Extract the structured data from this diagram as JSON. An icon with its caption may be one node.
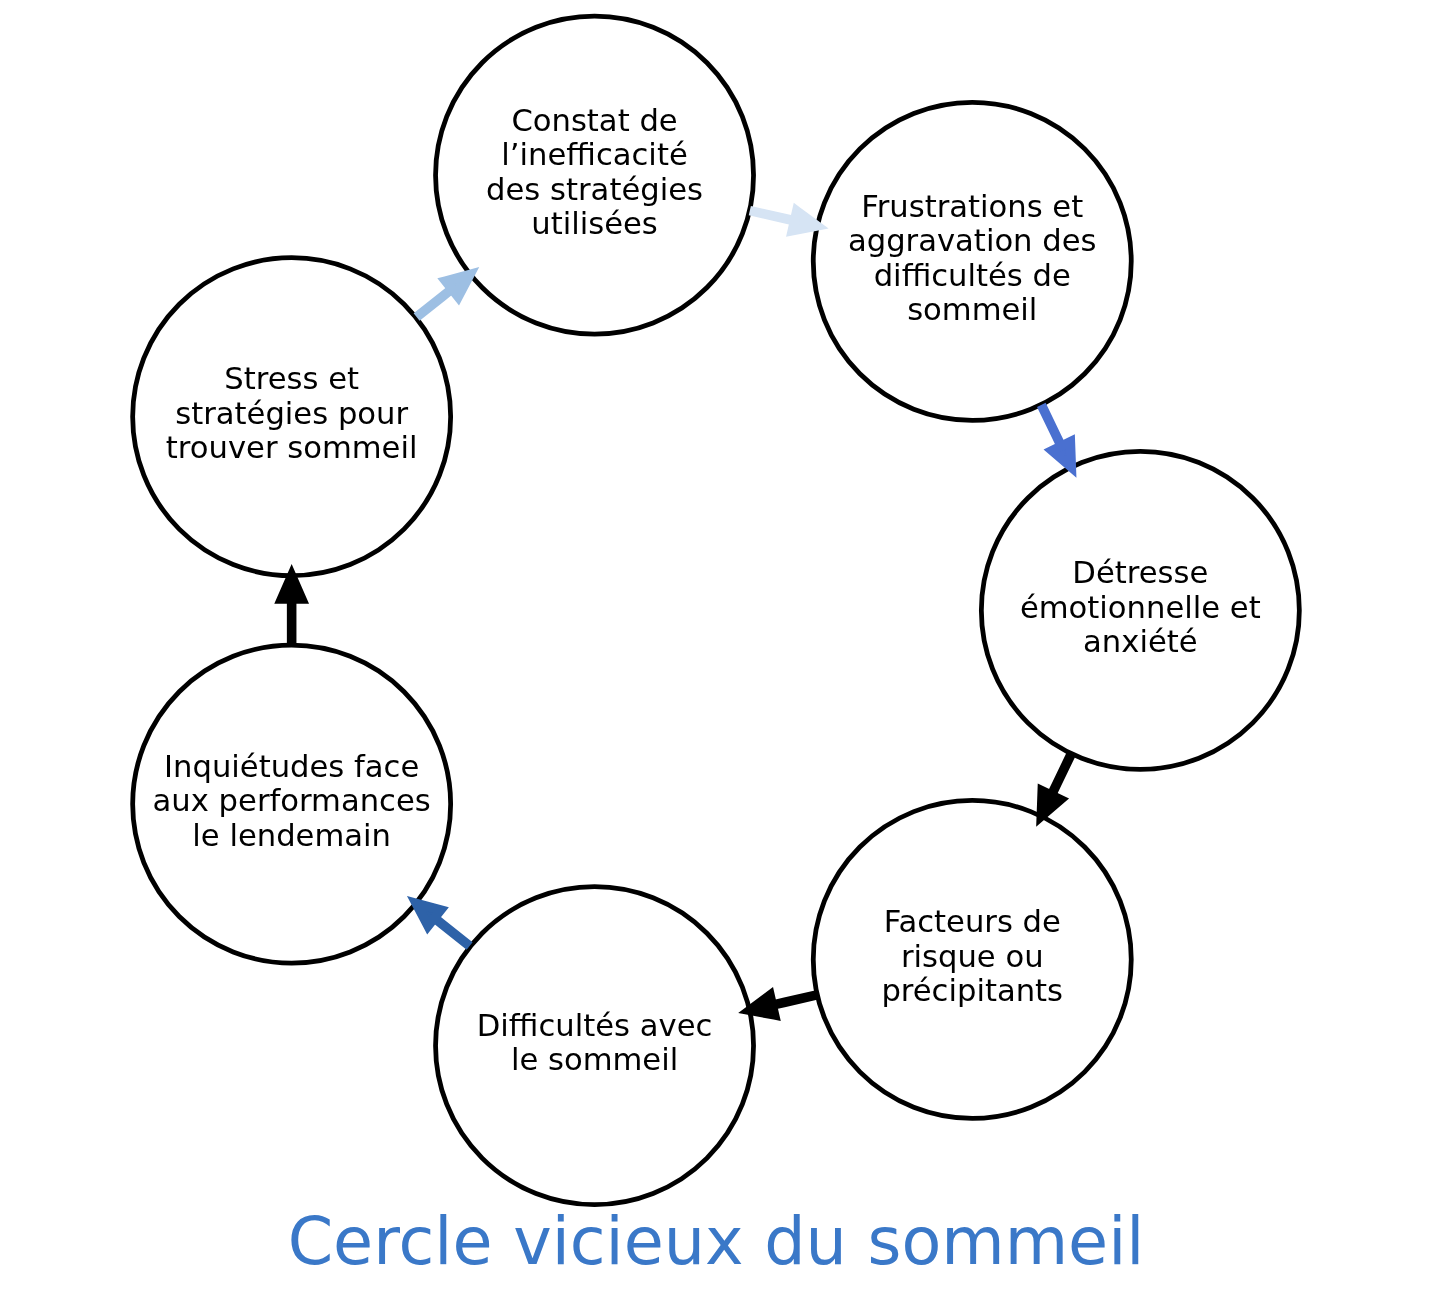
{
  "diagram": {
    "title": "Cercle vicieux du sommeil",
    "nodes": [
      {
        "text": [
          "Facteurs de risque ou précipitants"
        ]
      },
      {
        "text": [
          "Difficultés avec le sommeil"
        ]
      },
      {
        "text": [
          "Inquiétudes face aux performances le lendemain"
        ]
      },
      {
        "text": [
          "Stress et stratégies pour trouver sommeil"
        ]
      },
      {
        "text": [
          "Constat de l’inefficacité des stratégies utilisées"
        ]
      },
      {
        "text": [
          "Frustrations et aggravation des difficultés de sommeil"
        ]
      },
      {
        "text": [
          "Détresse émotionnelle et anxiété"
        ]
      }
    ],
    "edges": [
      {
        "from": 0,
        "to": 1,
        "arrow": "to"
      },
      {
        "from": 1,
        "to": 2,
        "arrow": "to",
        "color": "#2e62a8"
      },
      {
        "from": 2,
        "to": 3,
        "arrow": "to"
      },
      {
        "from": 3,
        "to": 4,
        "arrow": "to",
        "color": "#9dbfe3"
      },
      {
        "from": 4,
        "to": 5,
        "arrow": "to",
        "color": "#d6e4f4"
      },
      {
        "from": 5,
        "to": 6,
        "arrow": "to",
        "color": "#4a70d0"
      },
      {
        "from": 6,
        "to": 0,
        "arrow": "to"
      }
    ]
  }
}
